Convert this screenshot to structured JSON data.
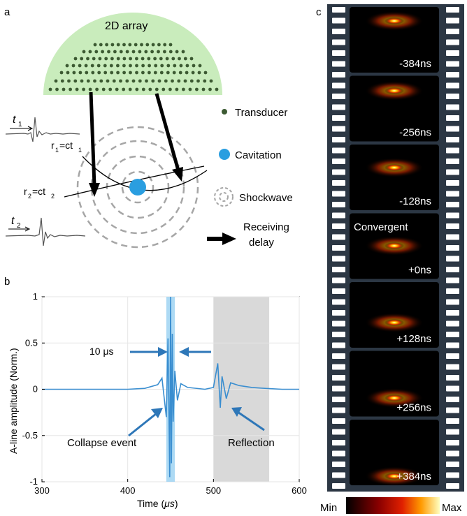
{
  "panel_a": {
    "letter": "a",
    "array_label": "2D array",
    "t1": "t",
    "t1_sub": "1",
    "t2": "t",
    "t2_sub": "2",
    "r1_main": "r",
    "r1_sub1": "1",
    "r1_mid": "=ct",
    "r1_sub2": "1",
    "r2_main": "r",
    "r2_sub1": "2",
    "r2_mid": "=ct",
    "r2_sub2": "2",
    "legend": {
      "transducer": "Transducer",
      "cavitation": "Cavitation",
      "shockwave": "Shockwave",
      "receiving_line1": "Receiving",
      "receiving_line2": "delay"
    }
  },
  "panel_b": {
    "letter": "b",
    "ylabel": "A-line amplitude (Norm.)",
    "xlabel_main": "Time (",
    "xlabel_unit": "μs",
    "xlabel_close": ")",
    "width_label": "10 μs",
    "collapse_label": "Collapse event",
    "reflection_label": "Reflection"
  },
  "panel_c": {
    "letter": "c",
    "frames": [
      "-384ns",
      "-256ns",
      "-128ns",
      "+0ns",
      "+128ns",
      "+256ns",
      "+384ns"
    ],
    "convergent_label": "Convergent",
    "colorbar_min": "Min",
    "colorbar_max": "Max"
  },
  "colors": {
    "array_fill": "#c9ecbc",
    "transducer": "#3c5a32",
    "cavitation": "#2a9ee0",
    "signal": "#3a8ed0",
    "highlight_band": "#9fd4f2",
    "reflection_band": "#d9d9d9",
    "arrow_blue": "#2e77b8"
  },
  "chart_data": {
    "type": "line",
    "xlim": [
      300,
      600
    ],
    "ylim": [
      -1,
      1
    ],
    "xticks": [
      300,
      400,
      500,
      600
    ],
    "yticks": [
      -1,
      -0.5,
      0,
      0.5,
      1
    ],
    "x": [
      300,
      400,
      420,
      435,
      440,
      445,
      447,
      449,
      450,
      451,
      452,
      453,
      455,
      458,
      462,
      470,
      490,
      500,
      505,
      508,
      510,
      515,
      520,
      530,
      545,
      560,
      580,
      600
    ],
    "y": [
      0,
      0,
      0.01,
      0.05,
      0.12,
      -0.3,
      0.55,
      -0.95,
      1.0,
      -0.8,
      0.6,
      -0.35,
      0.2,
      -0.12,
      0.06,
      0.02,
      0,
      0.02,
      0.28,
      -0.2,
      0.14,
      -0.1,
      0.07,
      0.04,
      0.02,
      0.01,
      0,
      0
    ],
    "shaded": [
      {
        "x0": 445,
        "x1": 455
      },
      {
        "x0": 500,
        "x1": 565
      }
    ],
    "grid": true
  }
}
